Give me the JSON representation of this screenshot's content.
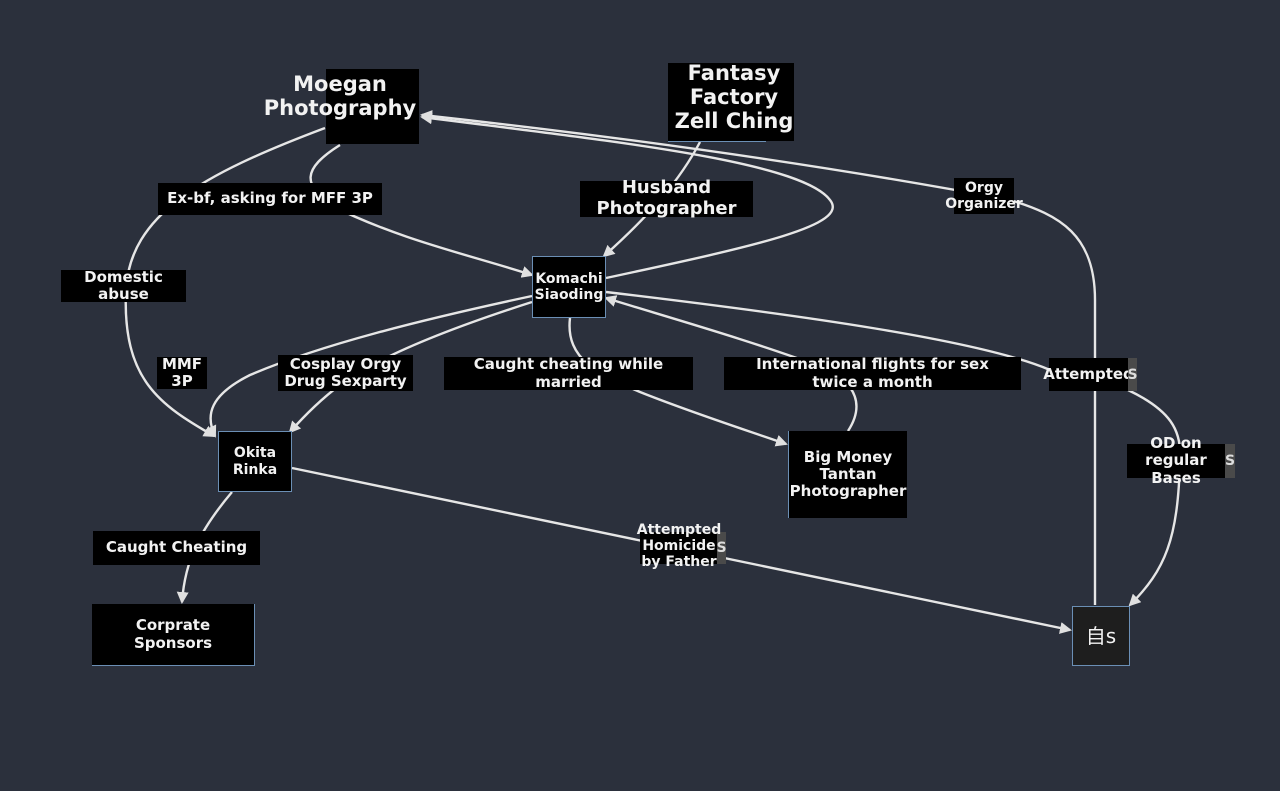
{
  "colors": {
    "background": "#2b303c",
    "node_fill": "#000000",
    "node_border": "#6b8fb5",
    "edge": "#e6e6e6",
    "text": "#f2f2f2"
  },
  "nodes": {
    "moegan": "Moegan\nPhotography",
    "fantasy": "Fantasy Factory\nZell Ching",
    "komachi": "Komachi\nSiaoding",
    "okita": "Okita\nRinka",
    "bigmoney": "Big Money\nTantan\nPhotographer",
    "corprate": "Corprate\nSponsors",
    "self": "自s"
  },
  "edge_labels": {
    "exbf": "Ex-bf, asking for MFF 3P",
    "husband": "Husband\nPhotographer",
    "orgy_organizer": "Orgy\nOrganizer",
    "domestic_abuse": "Domestic abuse",
    "mmf": "MMF 3P",
    "cosplay": "Cosplay Orgy\nDrug Sexparty",
    "caught_married": "Caught cheating while married",
    "intl_flights": "International flights for sex\ntwice a month",
    "attempted": "Attempted",
    "attempted_s": "S",
    "od": "OD on regular\nBases",
    "od_s": "S",
    "homicide": "Attempted\nHomicide\nby Father",
    "homicide_s": "S",
    "caught_cheating": "Caught Cheating"
  }
}
